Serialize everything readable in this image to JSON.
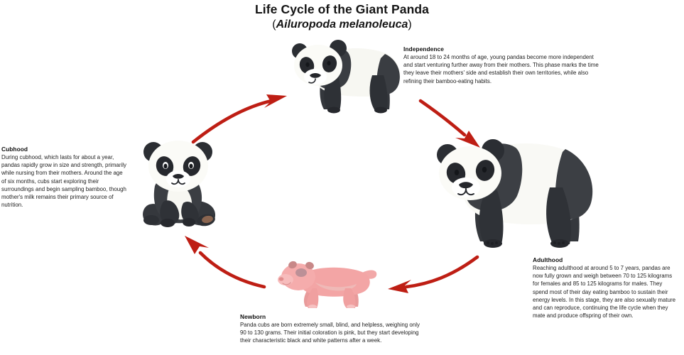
{
  "header": {
    "title": "Life Cycle of the Giant Panda",
    "subtitle_open": "(",
    "scientific_name": "Ailuropoda melanoleuca",
    "subtitle_close": ")"
  },
  "colors": {
    "arrow_red": "#be1e14",
    "text_dark": "#1b1b1b",
    "panda_black": "#3a3d42",
    "panda_dark": "#2b2e33",
    "panda_white": "#fbfbf7",
    "newborn_pink": "#f0a0a0",
    "background": "#ffffff"
  },
  "stages": [
    {
      "id": "independence",
      "heading": "Independence",
      "body": "At around 18 to 24 months of age, young pandas become more independent and start venturing further away from their mothers. This phase marks the time they leave their mothers' side and establish their own territories, while also refining their bamboo-eating habits.",
      "figure": "juvenile-panda-illustration"
    },
    {
      "id": "adulthood",
      "heading": "Adulthood",
      "body": "Reaching adulthood at around 5 to 7 years, pandas are now fully grown and weigh between 70 to 125 kilograms for females and 85 to 125 kilograms for males. They spend most of their day eating bamboo to sustain their energy levels. In this stage, they are also sexually mature and can reproduce, continuing the life cycle when they mate and produce offspring of their own.",
      "figure": "adult-panda-illustration"
    },
    {
      "id": "newborn",
      "heading": "Newborn",
      "body": "Panda cubs are born extremely small, blind, and helpless, weighing only 90 to 130 grams. Their initial coloration is pink, but they start developing their characteristic black and white patterns after a week.",
      "figure": "newborn-panda-illustration"
    },
    {
      "id": "cubhood",
      "heading": "Cubhood",
      "body": "During cubhood, which lasts for about a year, pandas rapidly grow in size and strength, primarily while nursing from their mothers. Around the age of six months, cubs start exploring their surroundings and begin sampling bamboo, though mother's milk remains their primary source of nutrition.",
      "figure": "cub-panda-illustration"
    }
  ],
  "arrows": [
    {
      "id": "cub-to-juvenile",
      "from": "cubhood",
      "to": "independence",
      "direction": "up-right"
    },
    {
      "id": "juvenile-to-adult",
      "from": "independence",
      "to": "adulthood",
      "direction": "down-right"
    },
    {
      "id": "adult-to-newborn",
      "from": "adulthood",
      "to": "newborn",
      "direction": "left"
    },
    {
      "id": "newborn-to-cub",
      "from": "newborn",
      "to": "cubhood",
      "direction": "up-left"
    }
  ]
}
